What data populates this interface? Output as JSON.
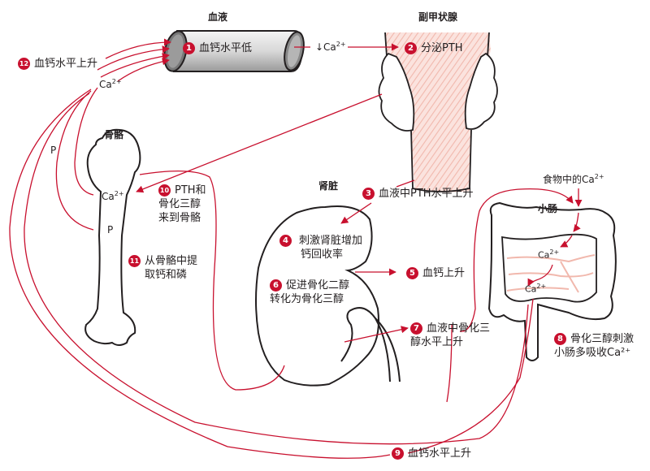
{
  "colors": {
    "accent": "#c8102e",
    "tissue": "#f2c4bc",
    "outline": "#231f20"
  },
  "titles": {
    "blood": "血液",
    "parathyroid": "副甲状腺",
    "bone": "骨骼",
    "kidney": "肾脏",
    "intestine": "小肠"
  },
  "steps": [
    {
      "n": "1",
      "text": "血钙水平低"
    },
    {
      "n": "2",
      "text": "分泌PTH"
    },
    {
      "n": "3",
      "text": "血液中PTH水平上升"
    },
    {
      "n": "4",
      "lines": [
        "刺激肾脏增加",
        "钙回收率"
      ]
    },
    {
      "n": "5",
      "text": "血钙上升"
    },
    {
      "n": "6",
      "lines": [
        "促进骨化二醇",
        "转化为骨化三醇"
      ]
    },
    {
      "n": "7",
      "lines": [
        "血液中骨化三",
        "醇水平上升"
      ]
    },
    {
      "n": "8",
      "lines": [
        "骨化三醇刺激",
        "小肠多吸收Ca²⁺"
      ]
    },
    {
      "n": "9",
      "text": "血钙水平上升"
    },
    {
      "n": "10",
      "lines": [
        "PTH和",
        "骨化三醇",
        "来到骨骼"
      ]
    },
    {
      "n": "11",
      "lines": [
        "从骨骼中提",
        "取钙和磷"
      ]
    },
    {
      "n": "12",
      "text": "血钙水平上升"
    }
  ],
  "ions": {
    "low_ca": "↓Ca",
    "ca": "Ca",
    "charge": "2+",
    "phosphorus": "P",
    "dietary_ca": "食物中的Ca"
  }
}
